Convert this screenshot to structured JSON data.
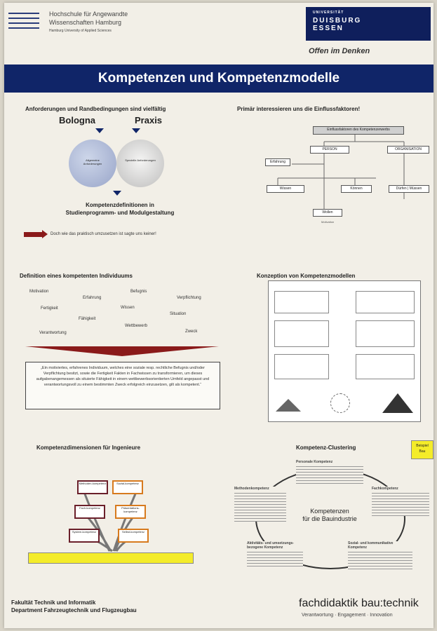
{
  "header": {
    "haw_line1": "Hochschule für Angewandte",
    "haw_line2": "Wissenschaften Hamburg",
    "haw_english": "Hamburg University of Applied Sciences",
    "uni_top": "UNIVERSITÄT",
    "uni_duisburg": "DUISBURG",
    "uni_essen": "ESSEN",
    "slogan": "Offen im Denken"
  },
  "title": "Kompetenzen und Kompetenzmodelle",
  "s1": {
    "heading": "Anforderungen und Randbedingungen sind vielfältig",
    "bologna": "Bologna",
    "praxis": "Praxis",
    "circle_left": "Allgemeine Anforderungen",
    "circle_right": "Spezielle Anforderungen",
    "left_items": [
      "",
      "",
      "",
      "",
      "",
      "",
      ""
    ],
    "right_items": [
      "",
      "",
      "",
      "",
      "",
      "",
      ""
    ],
    "definition_line1": "Kompetenzdefinitionen in",
    "definition_line2": "Studienprogramm- und Modulgestaltung",
    "question": "Doch wie das praktisch umzusetzen ist sagte uns keiner!"
  },
  "s2": {
    "heading": "Primär interessieren uns die Einflussfaktoren!",
    "root": "Einflussfaktoren des Kompetenzerwerbs",
    "person": "PERSON",
    "organisation": "ORGANISATION",
    "experience": "Erfahrung",
    "knowledge": "Wissen",
    "ability": "Können",
    "permission": "Dürfen | Müssen",
    "knowledge_factors": "",
    "ability_factors": "",
    "permission_factors": "",
    "will": "Wollen",
    "motivation": "Motivation",
    "will_factors": ""
  },
  "s3": {
    "heading": "Definition eines kompetenten Individuums",
    "words": [
      "Motivation",
      "Erfahrung",
      "Befugnis",
      "Verpflichtung",
      "Fertigkeit",
      "Wissen",
      "Fähigkeit",
      "Situation",
      "Wettbewerb",
      "Verantwortung",
      "Zweck"
    ],
    "quote": "„Ein motiviertes, erfahrenes Individuum, welches eine soziale resp. rechtliche Befugnis und/oder Verpflichtung besitzt, sowie die Fertigkeit Fakten in Fachwissen zu transformieren, um dieses aufgabenangemessen als situierte Fähigkeit in einem wettbewerbsorientierten Umfeld angepasst und verantwortungsvoll zu einem bestimmten Zweck erfolgreich einzusetzen, gilt als kompetent.“"
  },
  "s4": {
    "heading": "Konzeption von Kompetenzmodellen",
    "title": ""
  },
  "s5": {
    "heading": "Kompetenzdimensionen für Ingenieure",
    "dims": [
      "Methoden-kompetenz",
      "Sozial-kompetenz",
      "Fach-kompetenz",
      "Präsentations-kompetenz",
      "System-kompetenz",
      "Selbst-kompetenz"
    ],
    "left_items": [
      "",
      "",
      "",
      "",
      "",
      "",
      "",
      "",
      "",
      "",
      "",
      "",
      "",
      ""
    ],
    "right_items": [
      "",
      "",
      "",
      "",
      "",
      "",
      "",
      "",
      "",
      "",
      "",
      "",
      "",
      ""
    ],
    "footer": ""
  },
  "s6": {
    "heading": "Kompetenz-Clustering",
    "badge_line1": "Beispiel",
    "badge_line2": "Bau",
    "center_line1": "Kompetenzen",
    "center_line2": "für die Bauindustrie",
    "personal": "Personale Kompetenz",
    "method": "Methodenkompetenz",
    "professional": "Fachkompetenz",
    "activity": "Aktivitäts- und umsetzungs-bezogene Kompetenz",
    "social": "Sozial- und kommunikative Kompetenz"
  },
  "footer": {
    "faculty": "Fakultät Technik und Informatik",
    "department": "Department Fahrzeugtechnik und Flugzeugbau",
    "authors": "",
    "brand": "fachdidaktik bau:technik",
    "tagline": "Verantwortung · Engagement · Innovation"
  }
}
